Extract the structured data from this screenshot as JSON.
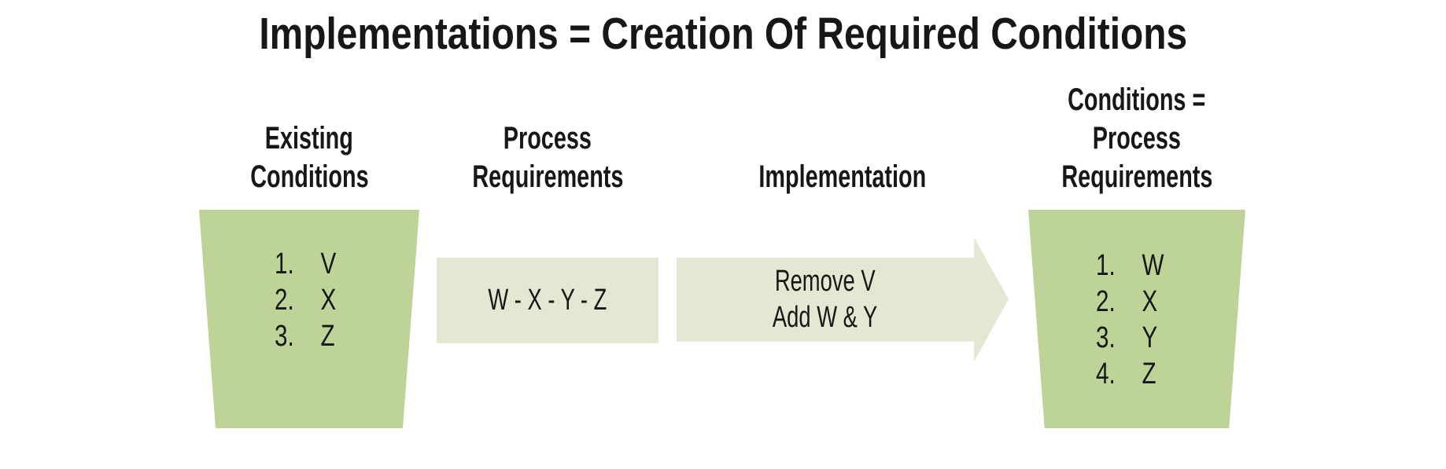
{
  "title": "Implementations = Creation Of Required Conditions",
  "colors": {
    "shape_green": "#bed398",
    "shape_light_green": "#e2e8d2",
    "text": "#171717",
    "background": "#ffffff"
  },
  "columns": {
    "existing_conditions": {
      "header_lines": [
        "Existing",
        "Conditions"
      ],
      "items": [
        {
          "num": "1.",
          "value": "V"
        },
        {
          "num": "2.",
          "value": "X"
        },
        {
          "num": "3.",
          "value": "Z"
        }
      ]
    },
    "process_requirements": {
      "header_lines": [
        "Process",
        "Requirements"
      ],
      "value": "W - X - Y - Z"
    },
    "implementation": {
      "header": "Implementation",
      "action_lines": [
        "Remove V",
        "Add W & Y"
      ]
    },
    "resulting_conditions": {
      "header_lines": [
        "Conditions =",
        "Process",
        "Requirements"
      ],
      "items": [
        {
          "num": "1.",
          "value": "W"
        },
        {
          "num": "2.",
          "value": "X"
        },
        {
          "num": "3.",
          "value": "Y"
        },
        {
          "num": "4.",
          "value": "Z"
        }
      ]
    }
  }
}
